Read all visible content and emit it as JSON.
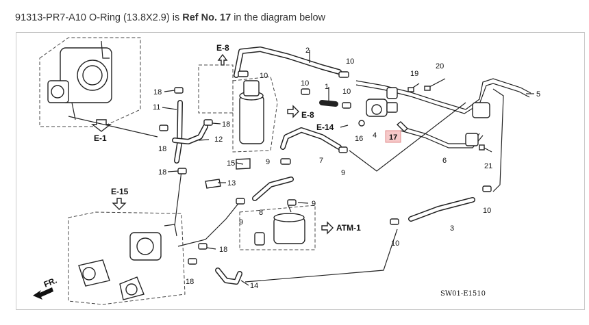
{
  "caption": {
    "part_number": "91313-PR7-A10 O-Ring (13.8X2.9)",
    "connector": "is",
    "ref_label": "Ref No. 17",
    "suffix": "in the diagram below"
  },
  "diagram": {
    "highlighted_ref": "17",
    "drawing_code": "SW01-E1510",
    "section_refs": [
      "E-8",
      "E-8",
      "E-14",
      "E-1",
      "E-15",
      "ATM-1"
    ],
    "direction_label": "FR.",
    "ref_numbers": [
      "1",
      "2",
      "3",
      "4",
      "5",
      "6",
      "7",
      "8",
      "9",
      "10",
      "11",
      "12",
      "13",
      "14",
      "15",
      "16",
      "17",
      "18",
      "19",
      "20",
      "21"
    ]
  }
}
